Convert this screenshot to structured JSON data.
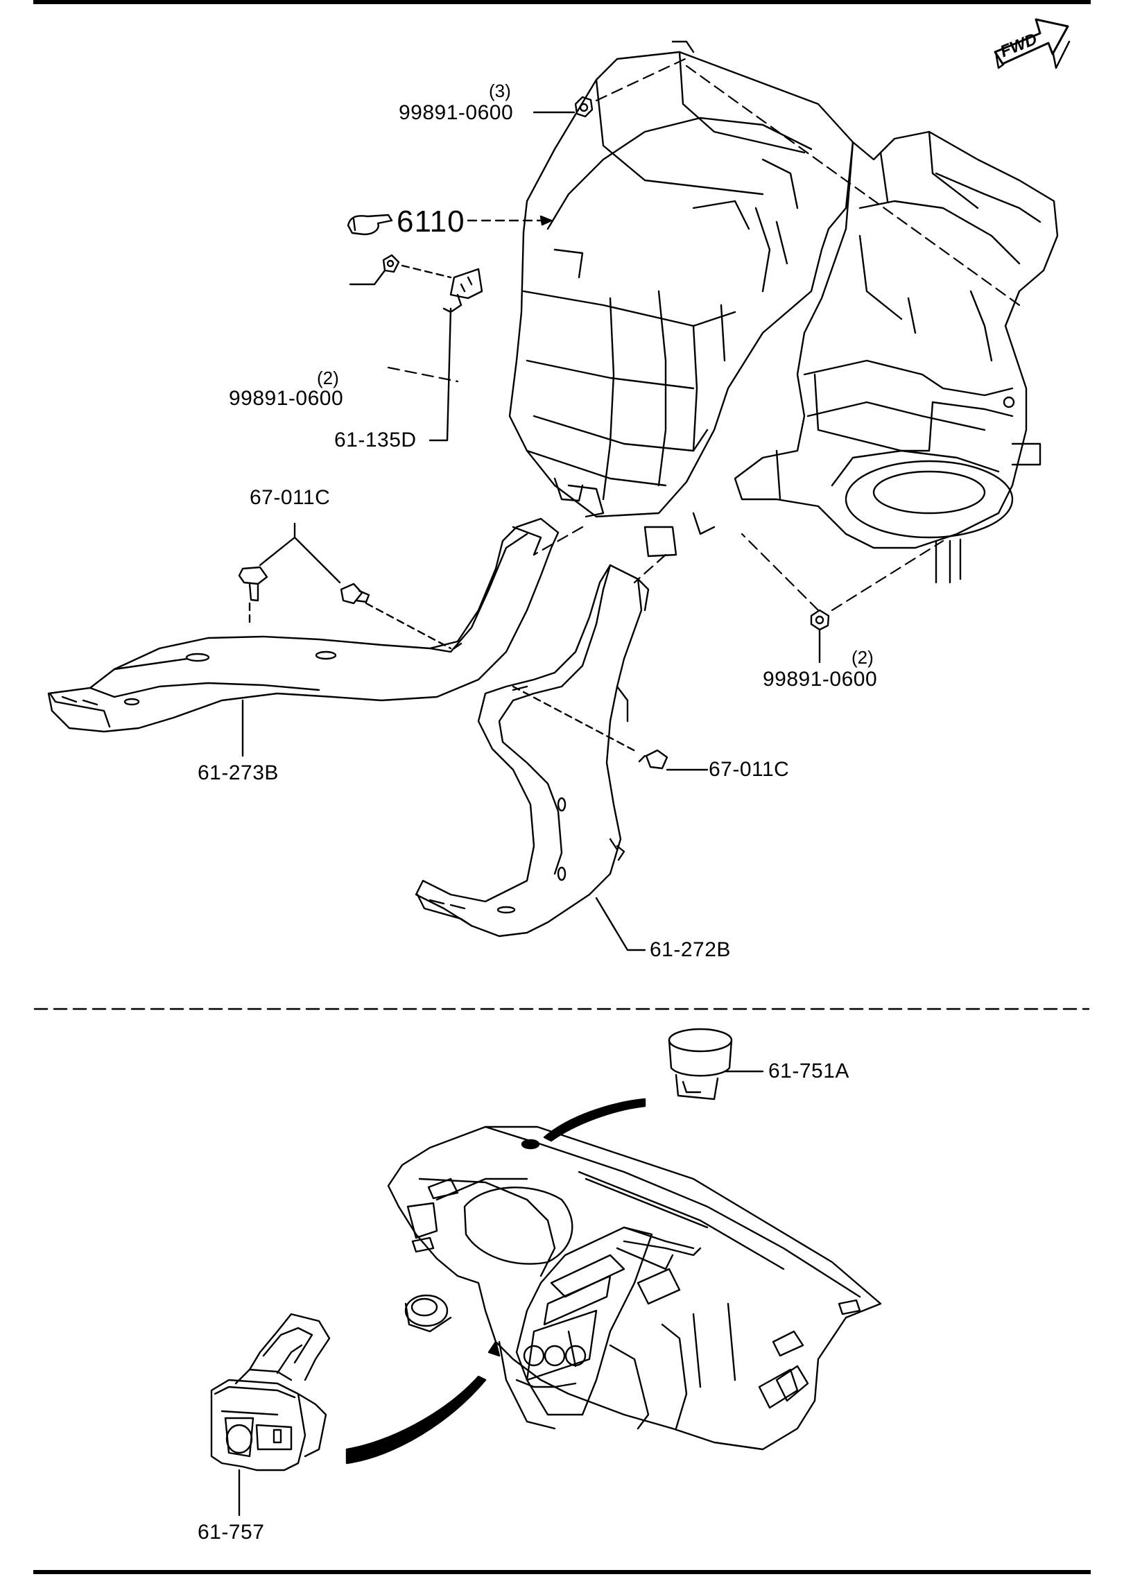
{
  "fwd_text": "FWD",
  "labels": {
    "nut_top": "99891-0600",
    "nut_top_qty": "(3)",
    "unit": "6110",
    "nut_left": "99891-0600",
    "nut_left_qty": "(2)",
    "bracket": "61-135D",
    "clip_top": "67-011C",
    "duct_left": "61-273B",
    "nut_right": "99891-0600",
    "nut_right_qty": "(2)",
    "clip_right": "67-011C",
    "duct_right": "61-272B",
    "sensor_top": "61-751A",
    "switch": "61-757"
  }
}
